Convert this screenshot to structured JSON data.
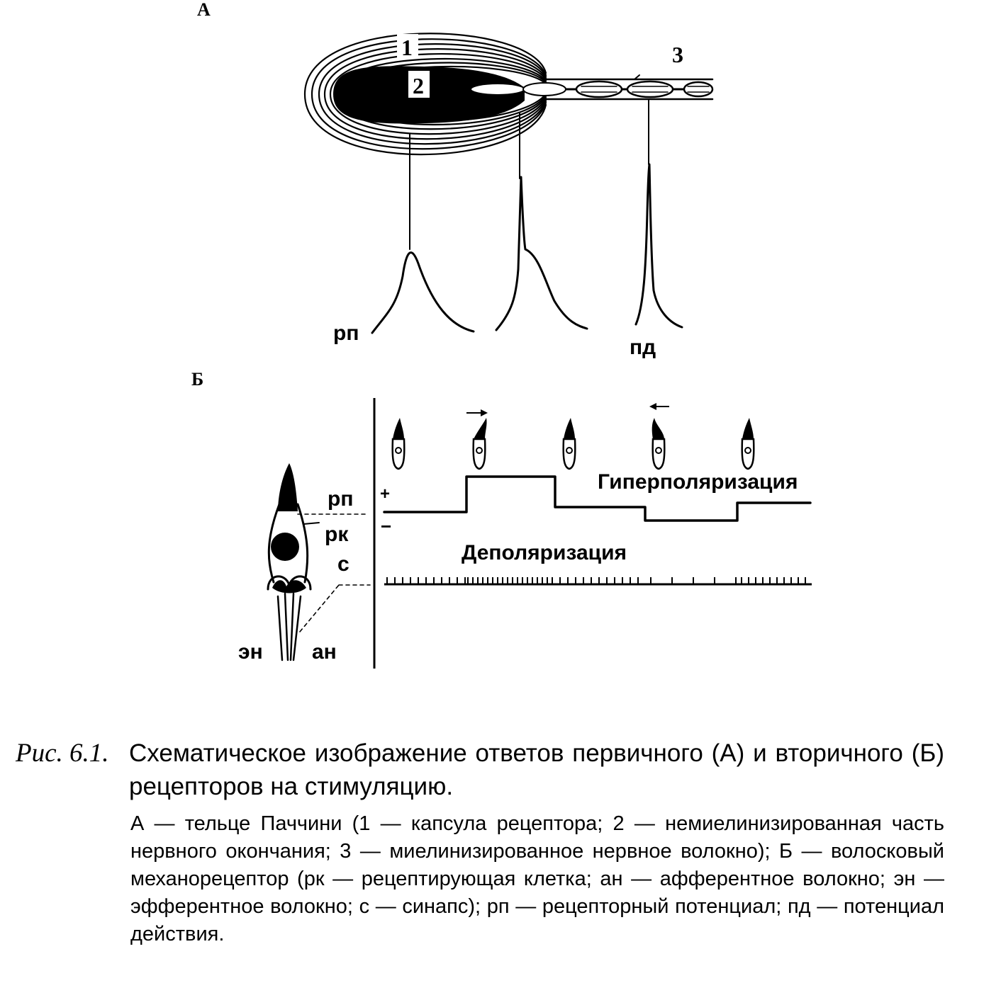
{
  "panel_a": {
    "label": "А",
    "num_capsule": "1",
    "num_ending": "2",
    "num_fiber": "3",
    "rp_label": "рп",
    "pd_label": "пд"
  },
  "panel_b": {
    "label": "Б",
    "cell_labels": {
      "rp": "рп",
      "rk": "рк",
      "s": "с",
      "en": "эн",
      "an": "ан"
    },
    "plus": "+",
    "minus": "−",
    "hyper_label": "Гиперполяризация",
    "depol_label": "Деполяризация"
  },
  "caption": {
    "prefix": "Рис. 6.1.",
    "title": "Схематическое изображение ответов первичного (А) и вторичного (Б) рецепторов на стимуляцию.",
    "description": "А — тельце Паччини (1 — капсула рецептора; 2 — немиелинизированная часть нервного окончания; 3 — миелинизированное нервное волокно); Б — волосковый механорецептор (рк — рецептирующая клетка; ан — афферентное волокно; эн — эфферентное волокно; с — синапс); рп — рецепторный потенциал; пд — потенциал действия."
  }
}
